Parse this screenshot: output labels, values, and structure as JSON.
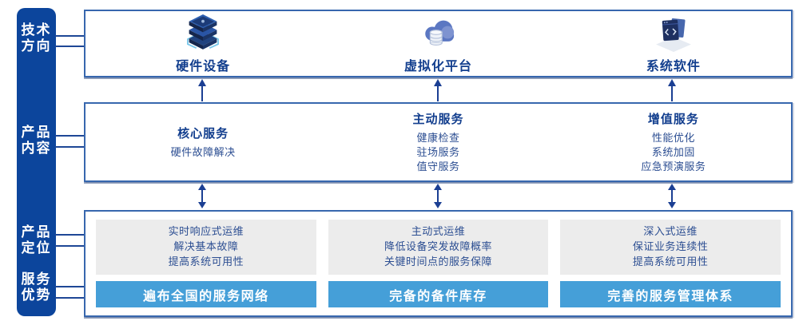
{
  "sidebar": {
    "labels": [
      {
        "text": "技术\n方向"
      },
      {
        "text": "产品\n内容"
      },
      {
        "text": "产品\n定位"
      },
      {
        "text": "服务\n优势"
      }
    ]
  },
  "tech_row": {
    "items": [
      {
        "icon": "server-stack-icon",
        "label": "硬件设备"
      },
      {
        "icon": "cloud-database-icon",
        "label": "虚拟化平台"
      },
      {
        "icon": "code-window-icon",
        "label": "系统软件"
      }
    ]
  },
  "content_row": {
    "columns": [
      {
        "title": "核心服务",
        "items": [
          "硬件故障解决"
        ]
      },
      {
        "title": "主动服务",
        "items": [
          "健康检查",
          "驻场服务",
          "值守服务"
        ]
      },
      {
        "title": "增值服务",
        "items": [
          "性能优化",
          "系统加固",
          "应急预演服务"
        ]
      }
    ]
  },
  "positioning_row": {
    "columns": [
      {
        "points": [
          "实时响应式运维",
          "解决基本故障",
          "提高系统可用性"
        ],
        "advantage": "遍布全国的服务网络"
      },
      {
        "points": [
          "主动式运维",
          "降低设备突发故障概率",
          "关键时间点的服务保障"
        ],
        "advantage": "完备的备件库存"
      },
      {
        "points": [
          "深入式运维",
          "保证业务连续性",
          "提高系统可用性"
        ],
        "advantage": "完善的服务管理体系"
      }
    ]
  },
  "colors": {
    "sidebar_blue": "#0c459c",
    "box_border_blue": "#3767ae",
    "heading_navy": "#123e8e",
    "body_navy": "#2c4e92",
    "advantage_bar_blue": "#459fd8",
    "panel_gray": "#ececec",
    "arrow_navy": "#1b3f93"
  }
}
